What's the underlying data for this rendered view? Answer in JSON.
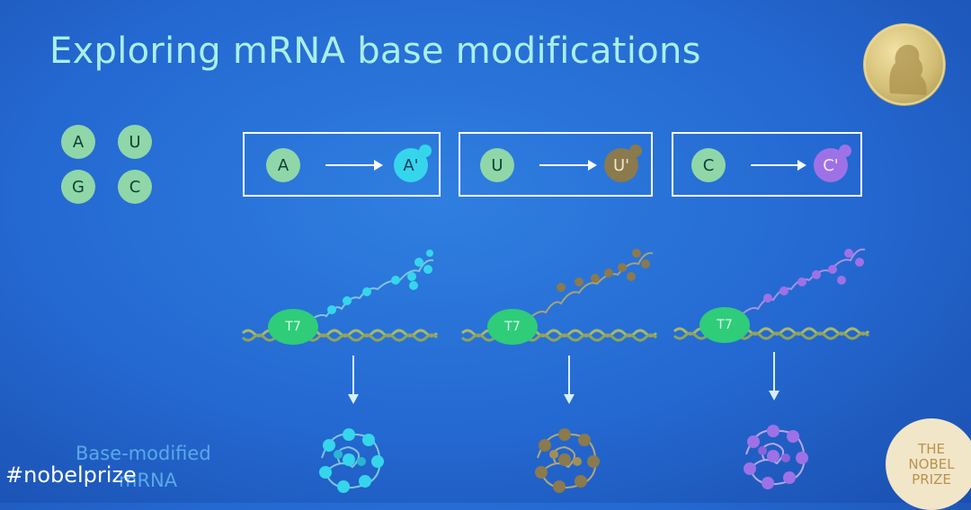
{
  "slide": {
    "title": "Exploring mRNA base modifications"
  },
  "bases": [
    "A",
    "U",
    "G",
    "C"
  ],
  "modifications": [
    {
      "from": "A",
      "to": "A'",
      "color": "#35d6ec"
    },
    {
      "from": "U",
      "to": "U'",
      "color": "#8a7a4d"
    },
    {
      "from": "C",
      "to": "C'",
      "color": "#9e72e6"
    }
  ],
  "polymerase_label": "T7",
  "caption": {
    "line1": "Base-modified",
    "line2": "mRNA"
  },
  "hashtag": "#nobelprize",
  "logo": {
    "line1": "THE",
    "line2": "NOBEL",
    "line3": "PRIZE"
  },
  "colors": {
    "background": "#2468d1",
    "title_text": "#a8f0e6",
    "base_circle": "#8fd7a8",
    "t7": "#2fcc7a",
    "dna": "#a6b86a"
  }
}
